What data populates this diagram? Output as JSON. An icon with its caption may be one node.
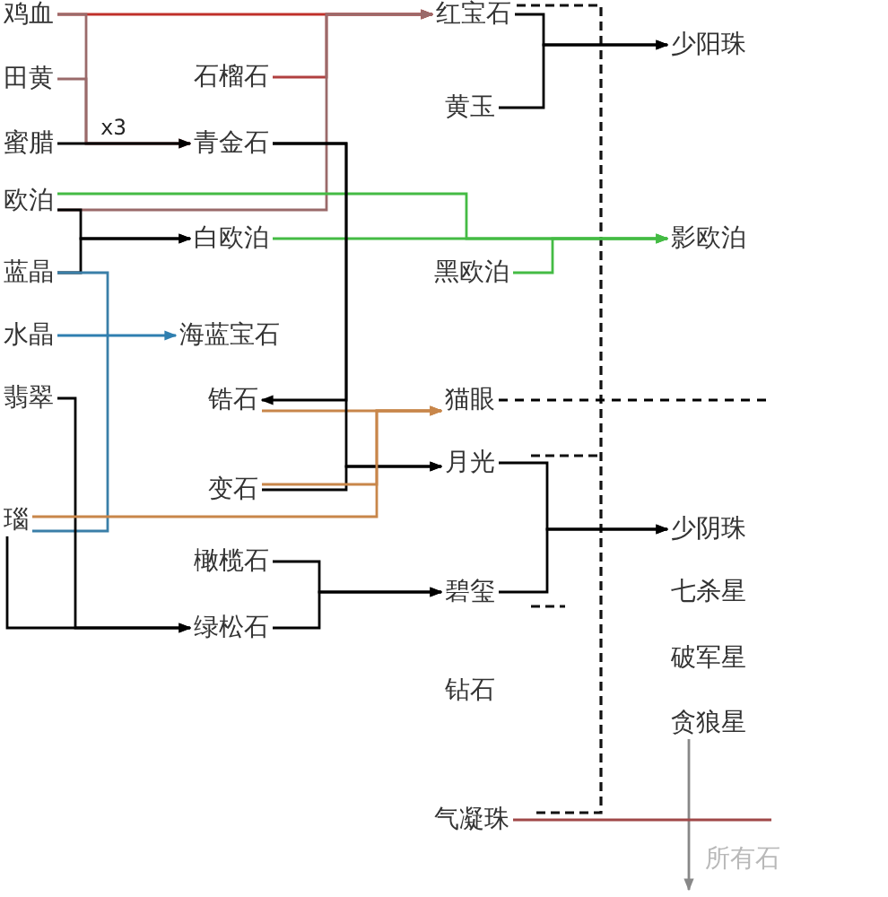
{
  "diagram": {
    "nodes": [
      {
        "text": [
          "鸡血"
        ]
      },
      {
        "text": [
          "田黄"
        ]
      },
      {
        "text": [
          "蜜腊"
        ]
      },
      {
        "text": [
          "欧泊"
        ]
      },
      {
        "text": [
          "蓝晶"
        ]
      },
      {
        "text": [
          "水晶"
        ]
      },
      {
        "text": [
          "翡翠"
        ]
      },
      {
        "text": [
          "瑙"
        ]
      },
      {
        "text": [
          "石榴石"
        ]
      },
      {
        "text": [
          "青金石"
        ]
      },
      {
        "text": [
          "白欧泊"
        ]
      },
      {
        "text": [
          "海蓝宝石"
        ]
      },
      {
        "text": [
          "锆石"
        ]
      },
      {
        "text": [
          "变石"
        ]
      },
      {
        "text": [
          "橄榄石"
        ]
      },
      {
        "text": [
          "绿松石"
        ]
      },
      {
        "text": [
          "红宝石"
        ]
      },
      {
        "text": [
          "黄玉"
        ]
      },
      {
        "text": [
          "黑欧泊"
        ]
      },
      {
        "text": [
          "猫眼"
        ]
      },
      {
        "text": [
          "月光"
        ]
      },
      {
        "text": [
          "碧玺"
        ]
      },
      {
        "text": [
          "钻石"
        ]
      },
      {
        "text": [
          "气凝珠"
        ]
      },
      {
        "text": [
          "少阳珠"
        ]
      },
      {
        "text": [
          "影欧泊"
        ]
      },
      {
        "text": [
          "少阴珠"
        ]
      },
      {
        "text": [
          "七杀星"
        ]
      },
      {
        "text": [
          "破军星"
        ]
      },
      {
        "text": [
          "贪狼星"
        ]
      }
    ],
    "edges": [
      {
        "from": 0,
        "to": 16,
        "arrow": "to",
        "color": "#c0302a"
      },
      {
        "from": 0,
        "to": 9,
        "arrow": "to",
        "color": "#9a6a6a"
      },
      {
        "from": 1,
        "to": 9,
        "arrow": "to",
        "color": "#9a6a6a"
      },
      {
        "from": 2,
        "to": 9,
        "arrow": "to",
        "label": "x3"
      },
      {
        "from": 8,
        "to": 16,
        "arrow": "to",
        "color": "#b04040"
      },
      {
        "from": 3,
        "to": 16,
        "arrow": "to",
        "color": "#9a6a6a"
      },
      {
        "from": 3,
        "to": 25,
        "arrow": "to",
        "color": "#44bb44"
      },
      {
        "from": 10,
        "to": 25,
        "arrow": "to",
        "color": "#44bb44"
      },
      {
        "from": 18,
        "to": 25,
        "arrow": "to",
        "color": "#44bb44"
      },
      {
        "from": 3,
        "to": 10,
        "arrow": "to"
      },
      {
        "from": 4,
        "to": 10,
        "arrow": "to"
      },
      {
        "from": 4,
        "to": 7,
        "arrow": "none",
        "color": "#3a7fa8"
      },
      {
        "from": 5,
        "to": 11,
        "arrow": "to",
        "color": "#2f7fb0"
      },
      {
        "from": 6,
        "to": 15,
        "arrow": "to"
      },
      {
        "from": 7,
        "to": 15,
        "arrow": "to"
      },
      {
        "from": 7,
        "to": 19,
        "arrow": "to",
        "color": "#c8864a"
      },
      {
        "from": 12,
        "to": 19,
        "arrow": "to",
        "color": "#c8864a"
      },
      {
        "from": 9,
        "to": 12,
        "arrow": "to"
      },
      {
        "from": 9,
        "to": 20,
        "arrow": "to"
      },
      {
        "from": 13,
        "to": 20,
        "arrow": "to"
      },
      {
        "from": 13,
        "to": 19,
        "arrow": "to",
        "color": "#c8864a"
      },
      {
        "from": 14,
        "to": 21,
        "arrow": "to"
      },
      {
        "from": 15,
        "to": 21,
        "arrow": "to"
      },
      {
        "from": 16,
        "to": 24,
        "arrow": "to"
      },
      {
        "from": 17,
        "to": 24,
        "arrow": "to"
      },
      {
        "from": 20,
        "to": 26,
        "arrow": "to"
      },
      {
        "from": 21,
        "to": 26,
        "arrow": "to"
      },
      {
        "from": 19,
        "to": null,
        "arrow": "none",
        "style": "dashed"
      },
      {
        "from": 29,
        "to": null,
        "arrow": "to",
        "color": "#888888",
        "label": "所有石"
      },
      {
        "from": 23,
        "to": null,
        "arrow": "none",
        "color": "#a04848"
      }
    ]
  }
}
